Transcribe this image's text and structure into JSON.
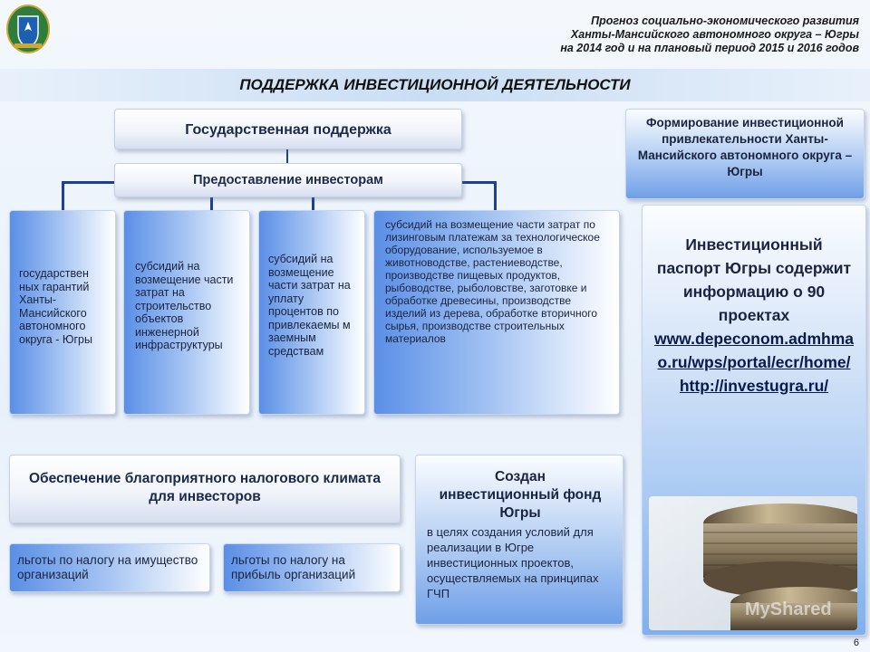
{
  "header": {
    "line1": "Прогноз социально-экономического развития",
    "line2": "Ханты-Мансийского автономного округа – Югры",
    "line3": "на 2014 год и на плановый период 2015 и 2016 годов"
  },
  "title": "ПОДДЕРЖКА ИНВЕСТИЦИОННОЙ ДЕЯТЕЛЬНОСТИ",
  "support": {
    "main": "Государственная поддержка",
    "sub": "Предоставление инвесторам",
    "items": [
      "государствен ных гарантий Ханты-Мансийского автономного округа - Югры",
      "субсидий на возмещение части затрат на строительство объектов инженерной инфраструктуры",
      "субсидий на возмещение части затрат на уплату процентов по привлекаемы м заемным средствам",
      "субсидий на возмещение части затрат по лизинговым платежам за технологическое оборудование, используемое в животноводстве, растениеводстве, производстве пищевых продуктов, рыбоводстве, рыболовстве, заготовке и обработке древесины, производстве изделий из дерева, обработке вторичного сырья, производстве строительных материалов"
    ]
  },
  "tax": {
    "title": "Обеспечение благоприятного налогового климата для инвесторов",
    "items": [
      "льготы по налогу на имущество организаций",
      "льготы по налогу на прибыль организаций"
    ]
  },
  "fund": {
    "title": "Создан инвестиционный фонд Югры",
    "text": "в целях создания условий для реализации в Югре инвестиционных проектов, осуществляемых на принципах ГЧП"
  },
  "attractiveness": {
    "title": "Формирование инвестиционной привлекательности Ханты-Мансийского автономного округа – Югры"
  },
  "passport": {
    "text": "Инвестиционный паспорт Югры содержит информацию о 90 проектах",
    "link1": "www.depeconom.admhmao.ru/wps/portal/ecr/home/",
    "link2": "http://investugra.ru/",
    "watermark": "MyShared"
  },
  "page_number": "6",
  "colors": {
    "connector": "#1f3f8f",
    "accent": "#5a8fe6",
    "title_band": "#c9ddf3"
  }
}
